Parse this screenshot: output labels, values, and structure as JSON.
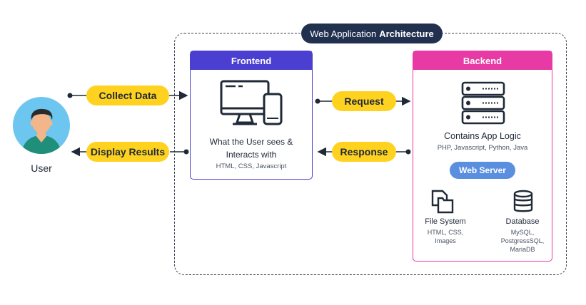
{
  "title": {
    "regular": "Web Application",
    "bold": "Architecture"
  },
  "user": {
    "label": "User"
  },
  "flows": {
    "collect": "Collect Data",
    "display": "Display Results",
    "request": "Request",
    "response": "Response"
  },
  "frontend": {
    "header": "Frontend",
    "desc_line1": "What the User sees &",
    "desc_line2": "Interacts with",
    "tech": "HTML, CSS, Javascript",
    "icon": "monitor-phone-icon"
  },
  "backend": {
    "header": "Backend",
    "desc": "Contains App Logic",
    "tech": "PHP, Javascript, Python, Java",
    "icon": "server-rack-icon",
    "web_server": "Web Server",
    "file_system": {
      "label": "File System",
      "sub_line1": "HTML, CSS,",
      "sub_line2": "Images",
      "icon": "file-folder-icon"
    },
    "database": {
      "label": "Database",
      "sub_line1": "MySQL,",
      "sub_line2": "PostgressSQL,",
      "sub_line3": "MariaDB",
      "icon": "database-icon"
    }
  },
  "colors": {
    "frontend": "#4a3fd1",
    "backend": "#e83aa4",
    "pill": "#ffd21f",
    "title_pill": "#223050",
    "web_server": "#5a8fe0",
    "avatar_bg": "#6cc6ef"
  }
}
